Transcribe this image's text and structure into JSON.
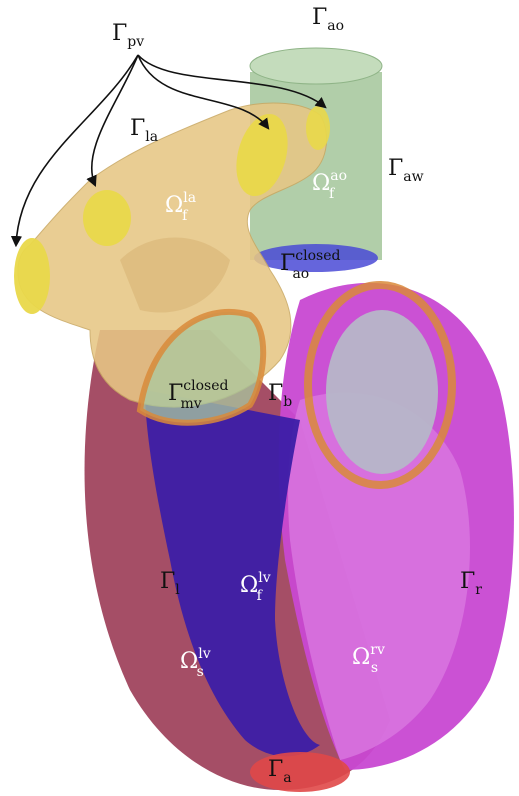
{
  "labels": {
    "pv": {
      "sym": "Γ",
      "sub": "pv",
      "sup": ""
    },
    "ao": {
      "sym": "Γ",
      "sub": "ao",
      "sup": ""
    },
    "la": {
      "sym": "Γ",
      "sub": "la",
      "sup": ""
    },
    "aw": {
      "sym": "Γ",
      "sub": "aw",
      "sup": ""
    },
    "omega_ao": {
      "sym": "Ω",
      "sub": "f",
      "sup": "ao"
    },
    "omega_la": {
      "sym": "Ω",
      "sub": "f",
      "sup": "la"
    },
    "ao_closed": {
      "sym": "Γ",
      "sub": "ao",
      "sup": "closed"
    },
    "mv_closed": {
      "sym": "Γ",
      "sub": "mv",
      "sup": "closed"
    },
    "b": {
      "sym": "Γ",
      "sub": "b",
      "sup": ""
    },
    "l": {
      "sym": "Γ",
      "sub": "l",
      "sup": ""
    },
    "r": {
      "sym": "Γ",
      "sub": "r",
      "sup": ""
    },
    "omega_f_lv": {
      "sym": "Ω",
      "sub": "f",
      "sup": "lv"
    },
    "omega_s_lv": {
      "sym": "Ω",
      "sub": "s",
      "sup": "lv"
    },
    "omega_s_rv": {
      "sym": "Ω",
      "sub": "s",
      "sup": "rv"
    },
    "a": {
      "sym": "Γ",
      "sub": "a",
      "sup": ""
    }
  },
  "colors": {
    "aorta": "#a9c9a0",
    "atrium": "#e7c785",
    "vein_caps": "#e9d84a",
    "lv_wall": "#a0445e",
    "lv_fluid": "#3c1ea6",
    "rv_wall": "#c848d2",
    "rv_inner": "#d978e0",
    "valve_ring": "#d9893a",
    "valve_leaf": "#b6b6c8",
    "apex": "#e04848",
    "aortic_cap": "#4a4ad6"
  }
}
